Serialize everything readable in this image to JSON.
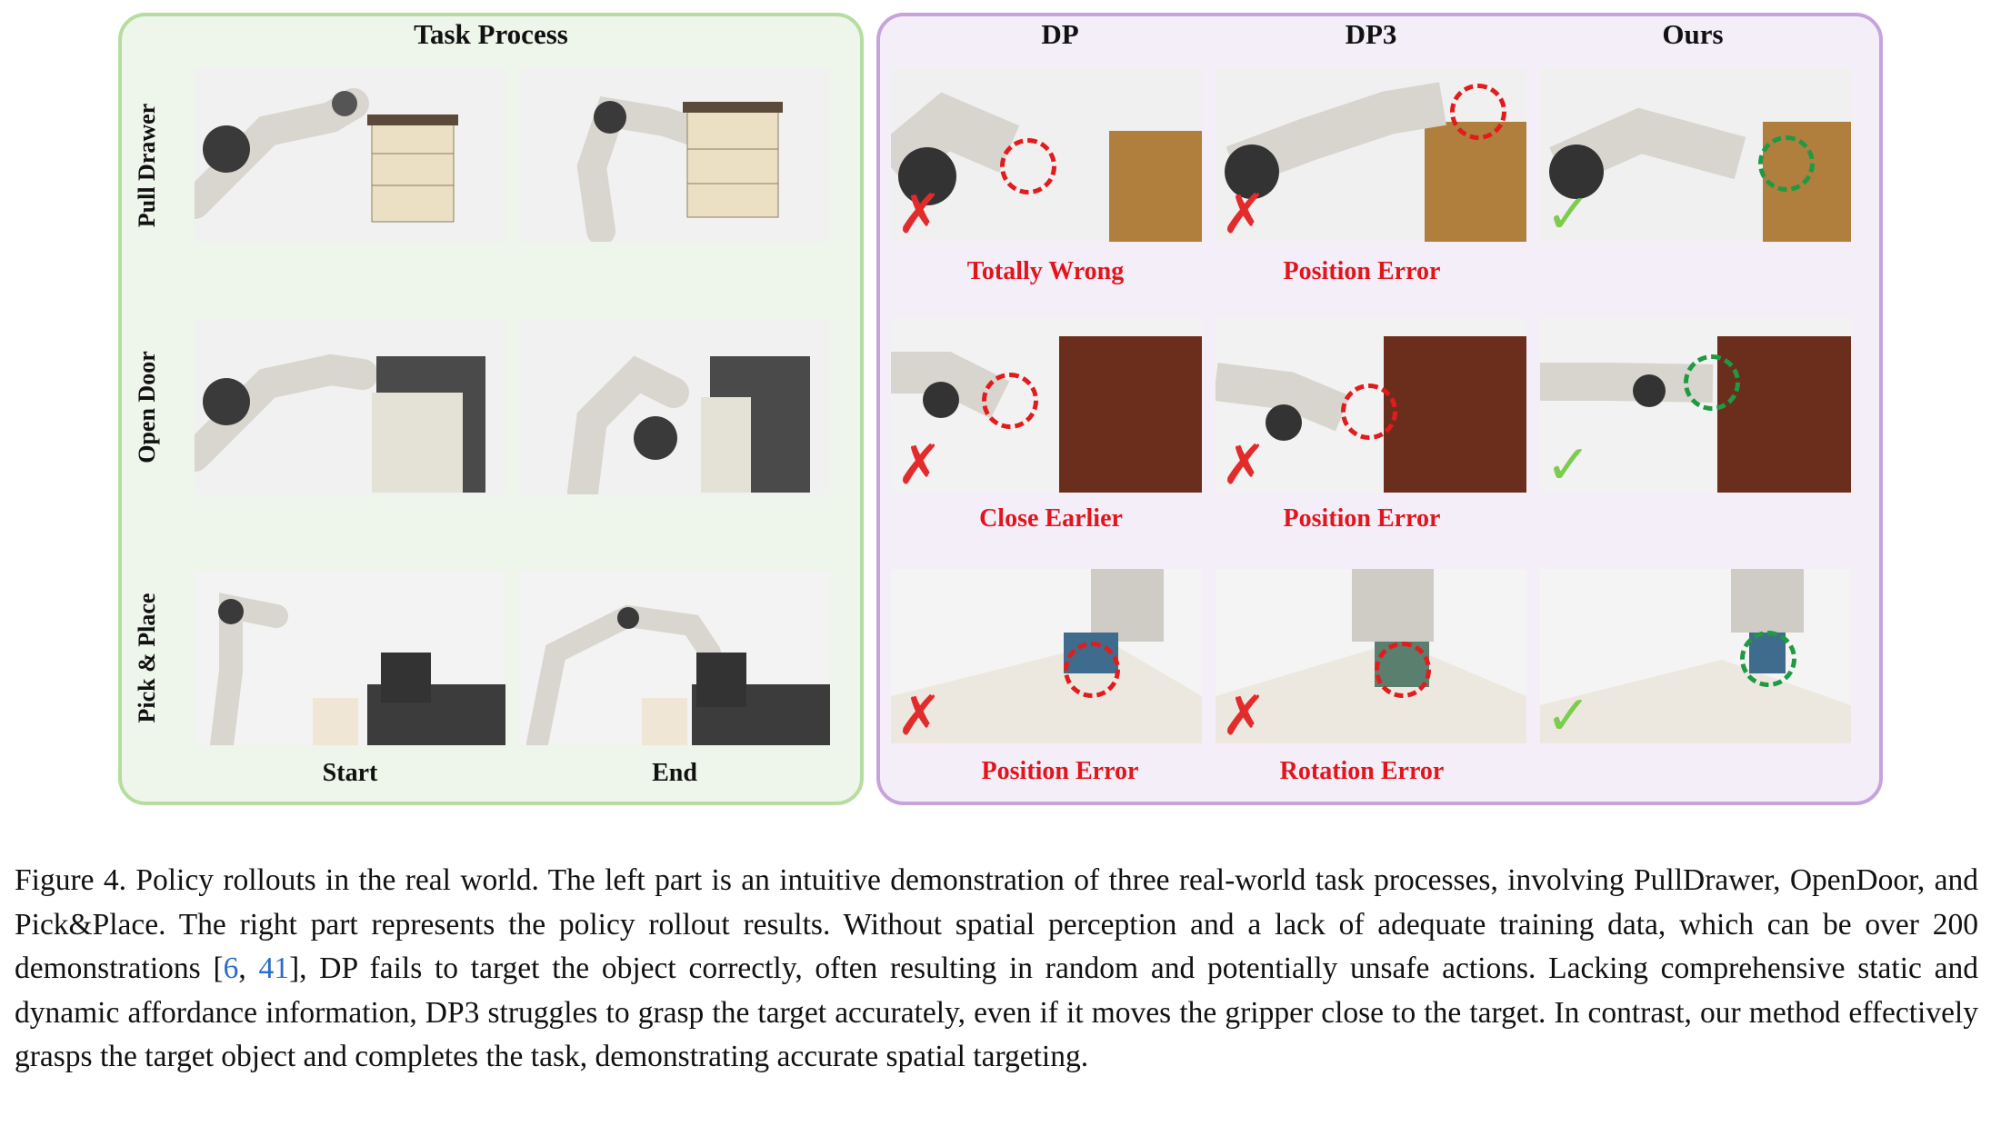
{
  "left_panel": {
    "title": "Task Process",
    "rows": [
      "Pull Drawer",
      "Open Door",
      "Pick & Place"
    ],
    "columns": [
      "Start",
      "End"
    ]
  },
  "right_panel": {
    "methods": [
      "DP",
      "DP3",
      "Ours"
    ],
    "rows": [
      {
        "task": "Pull Drawer",
        "dp_error": "Totally Wrong",
        "dp3_error": "Position Error"
      },
      {
        "task": "Open Door",
        "dp_error": "Close Earlier",
        "dp3_error": "Position Error"
      },
      {
        "task": "Pick & Place",
        "dp_error": "Position Error",
        "dp3_error": "Rotation Error"
      }
    ],
    "fail_symbol": "✗",
    "success_symbol": "✓",
    "colors": {
      "fail": "#e2151c",
      "success": "#1f9a43",
      "check": "#7ccc4e"
    }
  },
  "caption": {
    "figure_label": "Figure 4.",
    "text_1": "Policy rollouts in the real world. The left part is an intuitive demonstration of three real-world task processes, involving PullDrawer, OpenDoor, and Pick&Place. The right part represents the policy rollout results. Without spatial perception and a lack of adequate training data, which can be over 200 demonstrations [",
    "cite_1": "6",
    "cite_sep": ", ",
    "cite_2": "41",
    "text_2": "], DP fails to target the object correctly, often resulting in random and potentially unsafe actions. Lacking comprehensive static and dynamic affordance information, DP3 struggles to grasp the target accurately, even if it moves the gripper close to the target. In contrast, our method effectively grasps the target object and completes the task, demonstrating accurate spatial targeting."
  }
}
